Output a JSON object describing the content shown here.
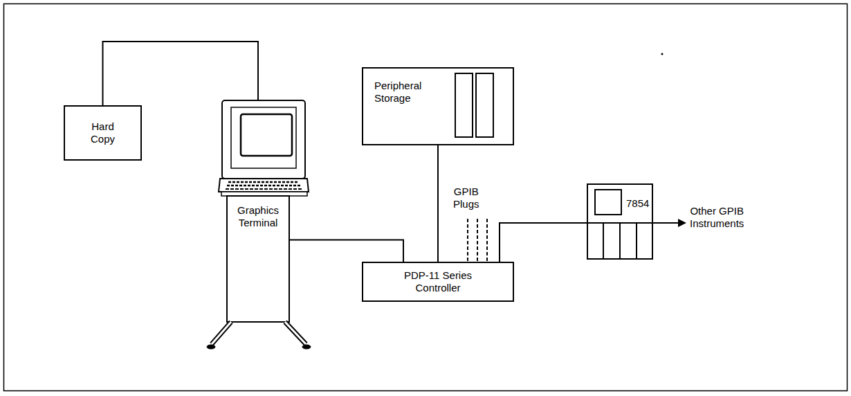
{
  "diagram": {
    "nodes": [
      {
        "text": [
          "Hard Copy"
        ]
      },
      {
        "text": [
          "Graphics Terminal"
        ]
      },
      {
        "text": [
          "Peripheral Storage"
        ]
      },
      {
        "text": [
          "PDP-11 Series Controller"
        ]
      },
      {
        "text": [
          "7854"
        ]
      }
    ],
    "edges": [
      {
        "from": 0,
        "to": 1,
        "arrow": "none"
      },
      {
        "from": 1,
        "to": 3,
        "arrow": "none"
      },
      {
        "from": 2,
        "to": 3,
        "arrow": "none"
      },
      {
        "from": 3,
        "to": 4,
        "arrow": "none"
      }
    ],
    "labels": [
      "GPIB Plugs",
      "Other GPIB Instruments"
    ]
  }
}
